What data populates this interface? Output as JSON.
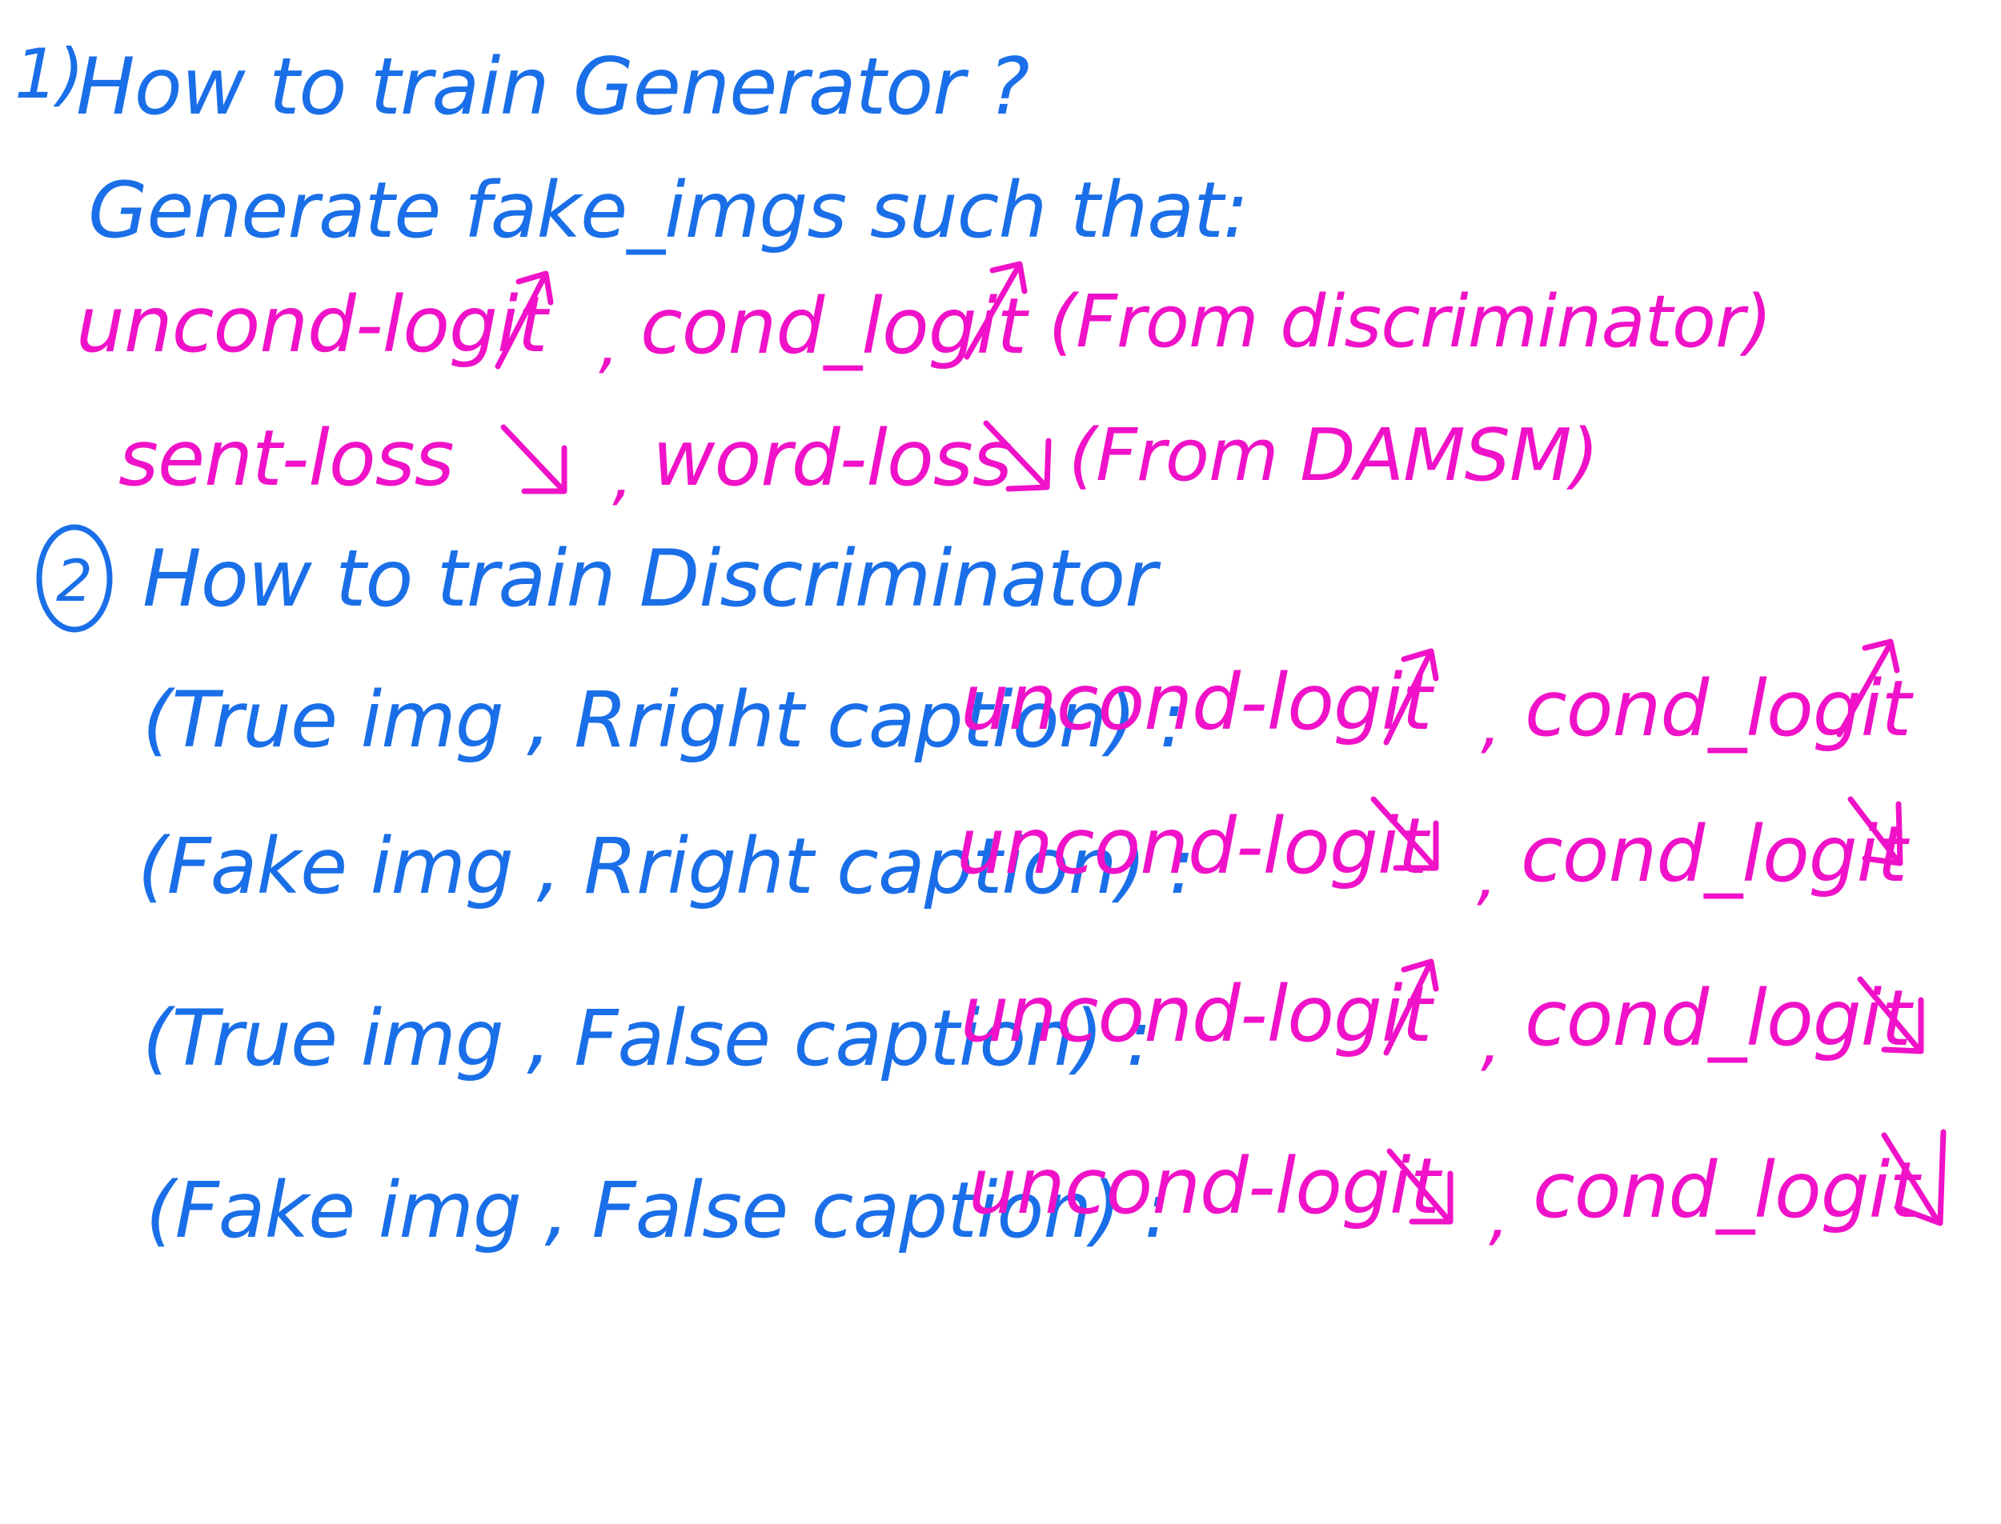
{
  "colors": {
    "blue": "#1a6fe8",
    "pink": "#f012c8"
  },
  "section1": {
    "number": "1)",
    "heading": "How to train Generator ?",
    "intro": "Generate fake_imgs such that:",
    "line1": {
      "term1": "uncond-logit",
      "sep": ",",
      "term2": "cond_logit",
      "source": "(From discriminator)"
    },
    "line2": {
      "term1": "sent-loss",
      "sep": ",",
      "term2": "word-loss",
      "source": "(From DAMSM)"
    }
  },
  "section2": {
    "number": "2",
    "heading": "How to train Discriminator",
    "rows": [
      {
        "pair": "(True img , Rright caption) :",
        "term1": "uncond-logit",
        "sep": ",",
        "term2": "cond_logit",
        "dir1": "up",
        "dir2": "up"
      },
      {
        "pair": "(Fake img , Rright caption) :",
        "term1": "uncond-logit",
        "sep": ",",
        "term2": "cond_logit",
        "dir1": "down",
        "dir2": "down"
      },
      {
        "pair": "(True img , False caption) :",
        "term1": "uncond-logit",
        "sep": ",",
        "term2": "cond_logit",
        "dir1": "up",
        "dir2": "down"
      },
      {
        "pair": "(Fake img , False caption) :",
        "term1": "uncond-logit",
        "sep": ",",
        "term2": "cond_logit",
        "dir1": "down",
        "dir2": "down"
      }
    ]
  }
}
